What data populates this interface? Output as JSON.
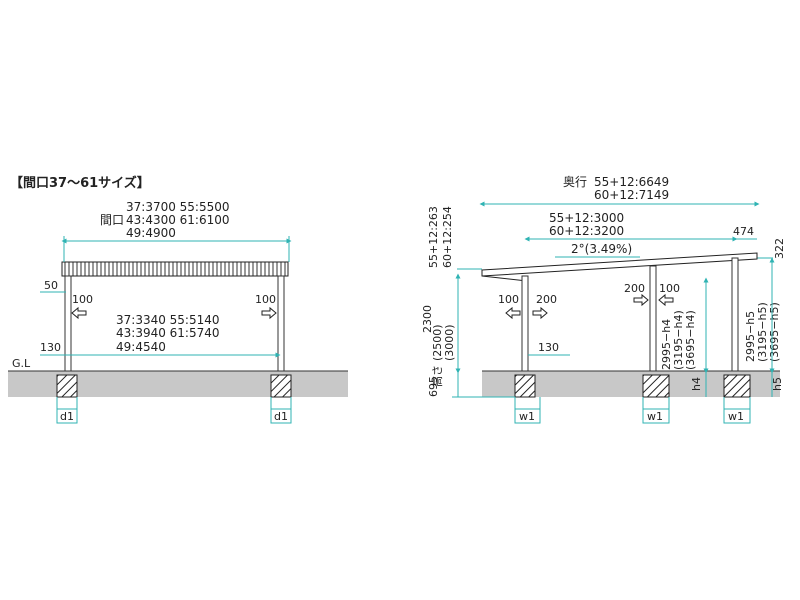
{
  "left_view": {
    "title": "【間口37〜61サイズ】",
    "width_label": "間口",
    "width_line1": "37:3700  55:5500",
    "width_line2": "43:4300  61:6100",
    "width_line3": "49:4900",
    "inner_line1": "37:3340  55:5140",
    "inner_line2": "43:3940  61:5740",
    "inner_line3": "49:4540",
    "dim_50": "50",
    "dim_130": "130",
    "dim_100_left": "100",
    "dim_100_right": "100",
    "gl_label": "G.L",
    "d1_left": "d1",
    "d1_right": "d1"
  },
  "right_view": {
    "depth_label": "奥行",
    "depth_line1": "55+12:6649",
    "depth_line2": "60+12:7149",
    "span_line1": "55+12:3000",
    "span_line2": "60+12:3200",
    "dim_474": "474",
    "slope": "2°(3.49%)",
    "dim_322": "322",
    "front_height_line1": "55+12:263",
    "front_height_line2": "60+12:254",
    "height_label": "高さ",
    "height_line1": "2300",
    "height_line2": "(2500)",
    "height_line3": "(3000)",
    "dim_695": "695",
    "dim_100_a": "100",
    "dim_200_a": "200",
    "dim_200_b": "200",
    "dim_100_b": "100",
    "dim_130": "130",
    "h4_line1": "2995−h4",
    "h4_line2": "(3195−h4)",
    "h4_line3": "(3695−h4)",
    "h5_line1": "2995−h5",
    "h5_line2": "(3195−h5)",
    "h5_line3": "(3695−h5)",
    "h4": "h4",
    "h5": "h5",
    "w1_a": "w1",
    "w1_b": "w1",
    "w1_c": "w1"
  },
  "colors": {
    "dimension_line": "#2fb3b3",
    "ground": "#c8c8c8",
    "ink": "#222222"
  },
  "icons": {
    "arrow": "hollow-arrow-icon"
  }
}
